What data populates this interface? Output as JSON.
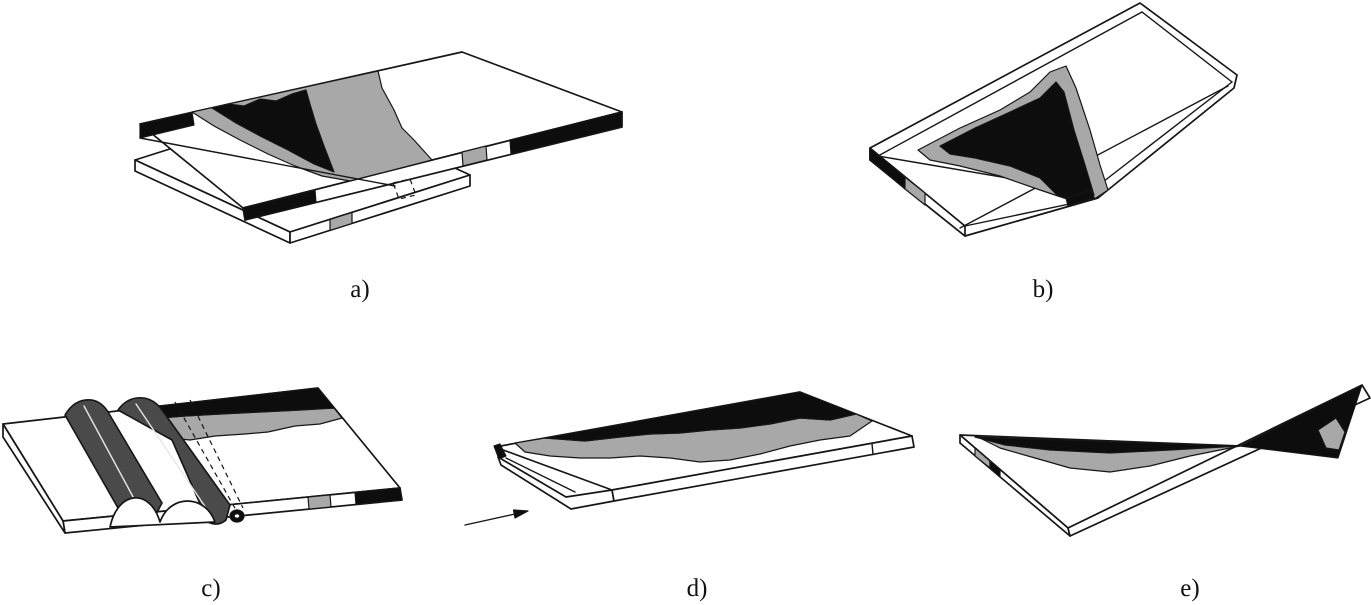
{
  "panels": [
    {
      "label": "a)"
    },
    {
      "label": "b)"
    },
    {
      "label": "c)"
    },
    {
      "label": "d)"
    },
    {
      "label": "e)"
    }
  ],
  "colors": {
    "dark": "#0d0d0d",
    "grey": "#a8a8a8",
    "line": "#161616",
    "paper": "#ffffff"
  }
}
